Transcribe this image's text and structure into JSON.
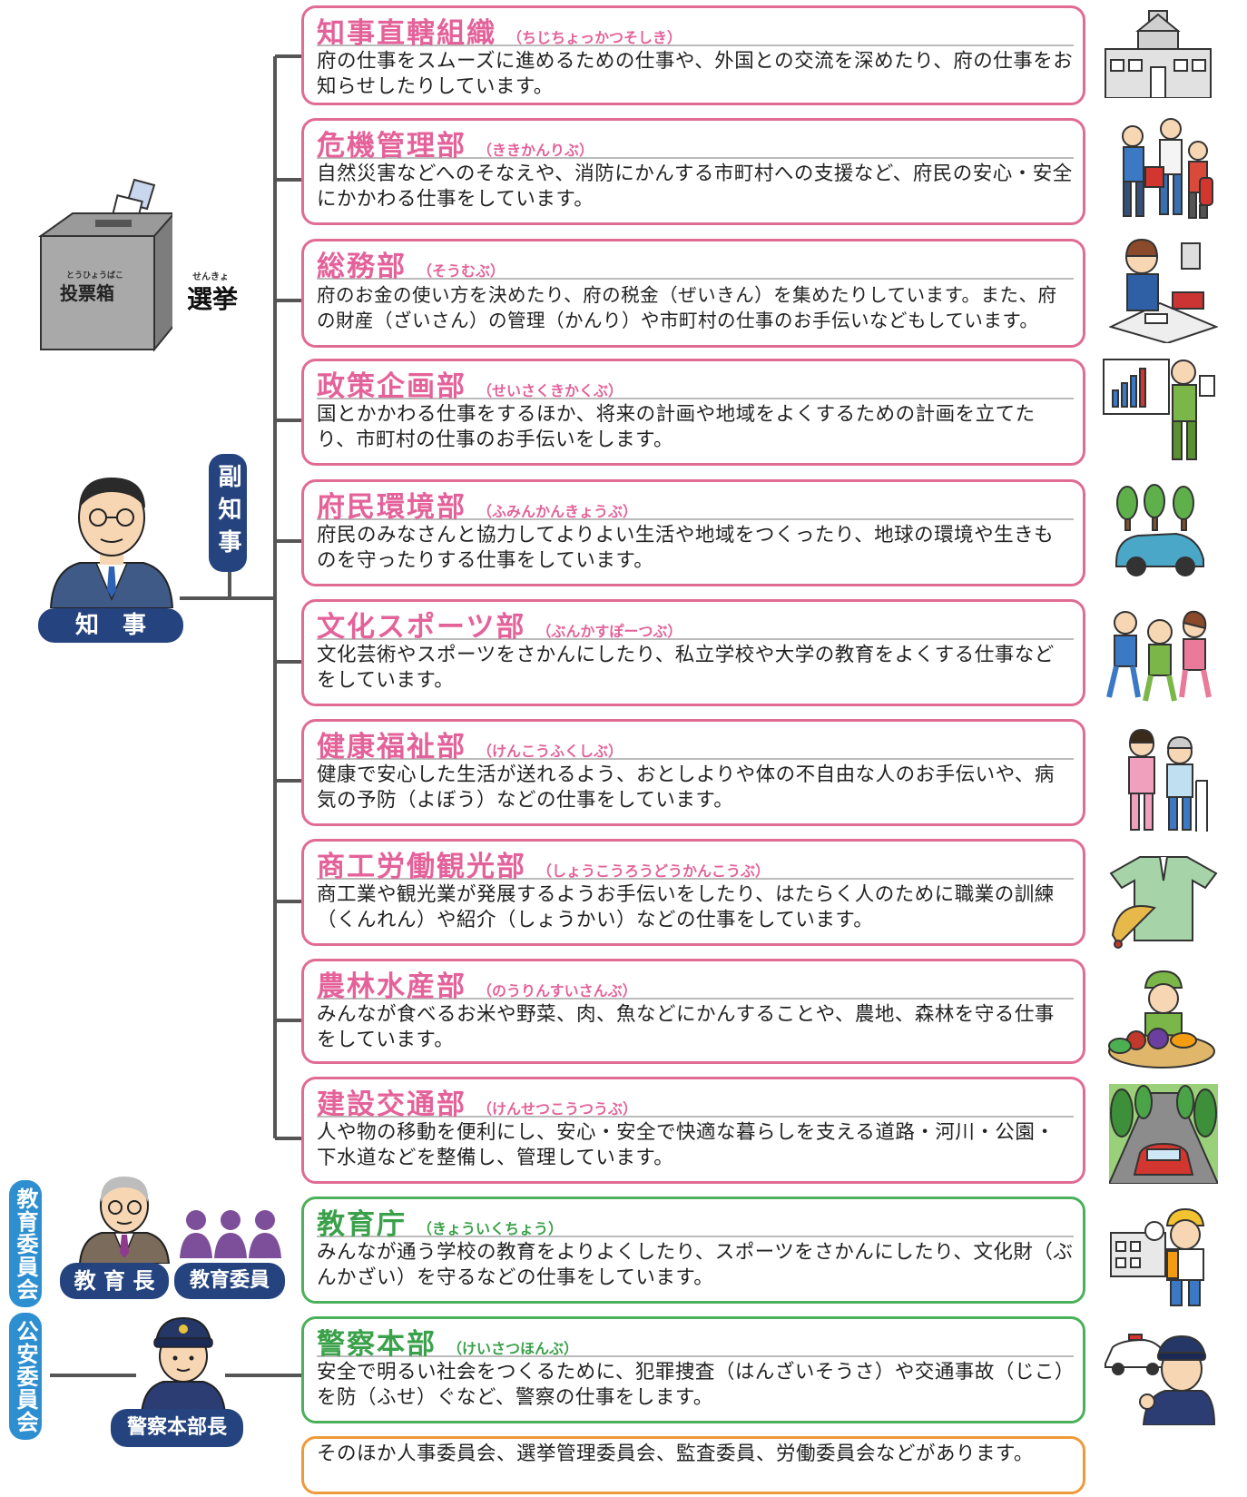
{
  "election": {
    "label": "選挙",
    "furigana": "せんきょ",
    "box_label": "投票箱",
    "box_furigana": "とうひょうばこ"
  },
  "governor": {
    "label": "知　事"
  },
  "vice_governor": {
    "label": "副知事"
  },
  "board_of_education": {
    "label": "教育委員会",
    "superintendent": "教 育 長",
    "members": "教育委員"
  },
  "public_safety": {
    "label": "公安委員会",
    "police_chief": "警察本部長"
  },
  "departments": [
    {
      "name": "知事直轄組織",
      "reading": "（ちじちょっかつそしき）",
      "desc": "府の仕事をスムーズに進めるための仕事や、外国との交流を深めたり、府の仕事をお知らせしたりしています。",
      "icon": "government-building-icon"
    },
    {
      "name": "危機管理部",
      "reading": "（ききかんりぶ）",
      "desc": "自然災害などへのそなえや、消防にかんする市町村への支援など、府民の安心・安全にかかわる仕事をしています。",
      "icon": "disaster-drill-icon"
    },
    {
      "name": "総務部",
      "reading": "（そうむぶ）",
      "desc": "府のお金の使い方を決めたり、府の税金（ぜいきん）を集めたりしています。また、府の財産（ざいさん）の管理（かんり）や市町村の仕事のお手伝いなどもしています。",
      "icon": "office-clerk-icon"
    },
    {
      "name": "政策企画部",
      "reading": "（せいさくきかくぶ）",
      "desc": "国とかかわる仕事をするほか、将来の計画や地域をよくするための計画を立てたり、市町村の仕事のお手伝いをします。",
      "icon": "presentation-icon"
    },
    {
      "name": "府民環境部",
      "reading": "（ふみんかんきょうぶ）",
      "desc": "府民のみなさんと協力してよりよい生活や地域をつくったり、地球の環境や生きものを守ったりする仕事をしています。",
      "icon": "eco-car-icon"
    },
    {
      "name": "文化スポーツ部",
      "reading": "（ぶんかすぽーつぶ）",
      "desc": "文化芸術やスポーツをさかんにしたり、私立学校や大学の教育をよくする仕事などをしています。",
      "icon": "walking-people-icon"
    },
    {
      "name": "健康福祉部",
      "reading": "（けんこうふくしぶ）",
      "desc": "健康で安心した生活が送れるよう、おとしよりや体の不自由な人のお手伝いや、病気の予防（よぼう）などの仕事をしています。",
      "icon": "caregiver-icon"
    },
    {
      "name": "商工労働観光部",
      "reading": "（しょうこうろうどうかんこうぶ）",
      "desc": "商工業や観光業が発展するようお手伝いをしたり、はたらく人のために職業の訓練（くんれん）や紹介（しょうかい）などの仕事をしています。",
      "icon": "kimono-fan-icon"
    },
    {
      "name": "農林水産部",
      "reading": "（のうりんすいさんぶ）",
      "desc": "みんなが食べるお米や野菜、肉、魚などにかんすることや、農地、森林を守る仕事をしています。",
      "icon": "farmer-vegetables-icon"
    },
    {
      "name": "建設交通部",
      "reading": "（けんせつこうつうぶ）",
      "desc": "人や物の移動を便利にし、安心・安全で快適な暮らしを支える道路・河川・公園・下水道などを整備し、管理しています。",
      "icon": "road-car-icon"
    }
  ],
  "education_agency": {
    "name": "教育庁",
    "reading": "（きょういくちょう）",
    "desc": "みんなが通う学校の教育をよりよくしたり、スポーツをさかんにしたり、文化財（ぶんかざい）を守るなどの仕事をしています。",
    "icon": "school-child-icon"
  },
  "police": {
    "name": "警察本部",
    "reading": "（けいさつほんぶ）",
    "desc": "安全で明るい社会をつくるために、犯罪捜査（はんざいそうさ）や交通事故（じこ）を防（ふせ）ぐなど、警察の仕事をします。",
    "icon": "police-officer-icon"
  },
  "others": {
    "desc": "そのほか人事委員会、選挙管理委員会、監査委員、労働委員会などがあります。"
  },
  "colors": {
    "pink": "#e06b93",
    "green": "#4bb05a",
    "orange": "#ee9a3b",
    "navy": "#25447f",
    "teal": "#2e8fd0"
  }
}
